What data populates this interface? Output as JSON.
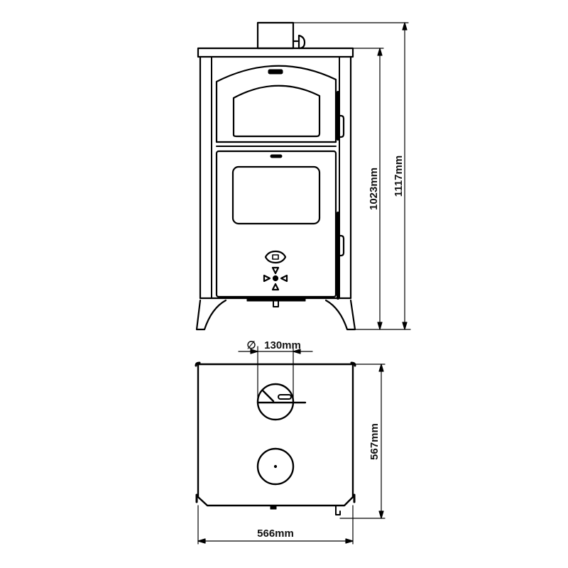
{
  "diagram": {
    "subject": "Wood-burning stove with oven — technical dimension drawing",
    "views": [
      {
        "name": "front-view",
        "description": "Front elevation showing oven door, firebox door, legs, flue outlet"
      },
      {
        "name": "top-view",
        "description": "Plan view showing flue outlet and hotplate"
      }
    ],
    "dimensions": {
      "body_height": "1023mm",
      "total_height": "1117mm",
      "flue_diameter": "130mm",
      "depth": "567mm",
      "width": "566mm"
    },
    "symbols": {
      "diameter": "∅"
    },
    "colors": {
      "line": "#000000",
      "background": "#ffffff"
    }
  }
}
